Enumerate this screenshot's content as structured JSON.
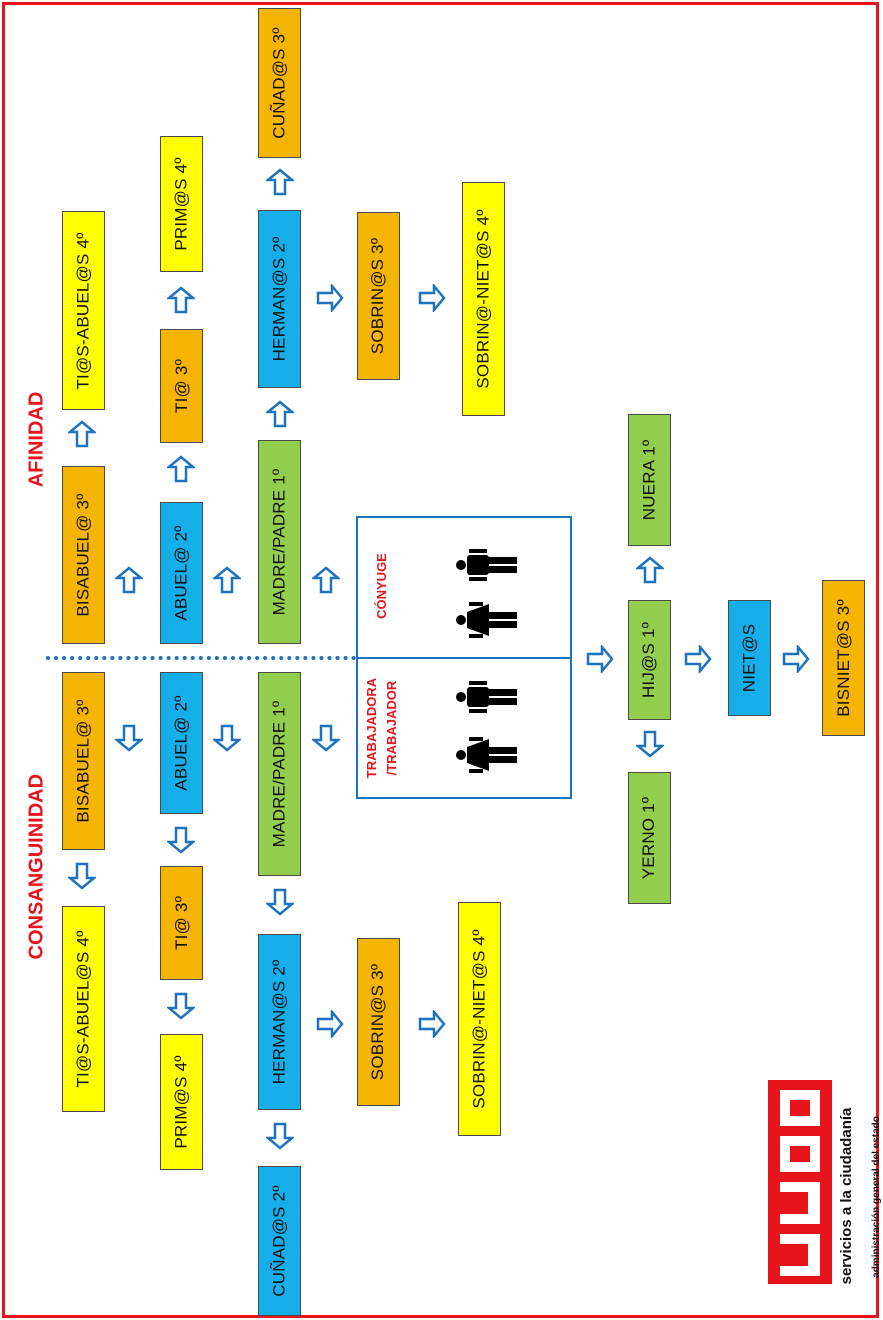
{
  "titles": {
    "afinidad": "AFINIDAD",
    "consanguinidad": "CONSANGUINIDAD"
  },
  "center": {
    "conyuge_label": "CÓNYUGE",
    "trabajador_label_1": "TRABAJADORA",
    "trabajador_label_2": "/TRABAJADOR"
  },
  "afinidad": {
    "bisabuel": "BISABUEL@ 3º",
    "tias_abuel": "TI@S-ABUEL@S 4º",
    "abuel": "ABUEL@ 2º",
    "tia": "TI@ 3º",
    "prims": "PRIM@S 4º",
    "madre_padre": "MADRE/PADRE 1º",
    "hermanos": "HERMAN@S 2º",
    "cunados": "CUÑAD@S 3º",
    "sobrinos": "SOBRIN@S 3º",
    "sobrinos_nietos": "SOBRIN@-NIET@S 4º"
  },
  "consanguinidad": {
    "bisabuel": "BISABUEL@ 3º",
    "tias_abuel": "TI@S-ABUEL@S 4º",
    "abuel": "ABUEL@ 2º",
    "tia": "TI@ 3º",
    "prims": "PRIM@S 4º",
    "madre_padre": "MADRE/PADRE 1º",
    "hermanos": "HERMAN@S 2º",
    "cunados": "CUÑAD@S 2º",
    "sobrinos": "SOBRIN@S 3º",
    "sobrinos_nietos": "SOBRIN@-NIET@S 4º"
  },
  "descendants": {
    "hijos": "HIJ@S 1º",
    "nuera": "NUERA 1º",
    "yerno": "YERNO 1º",
    "nietos": "NIET@S",
    "bisnietos": "BISNIET@S 3º"
  },
  "logo": {
    "brand": "CCOO",
    "line1": "servicios a la ciudadanía",
    "line2": "administración general del estado"
  },
  "colors": {
    "yellow": "#ffff00",
    "orange": "#f5b400",
    "blue": "#15aee8",
    "green": "#92cd4e",
    "red": "#e8141c",
    "arrow_blue": "#1e73be"
  }
}
